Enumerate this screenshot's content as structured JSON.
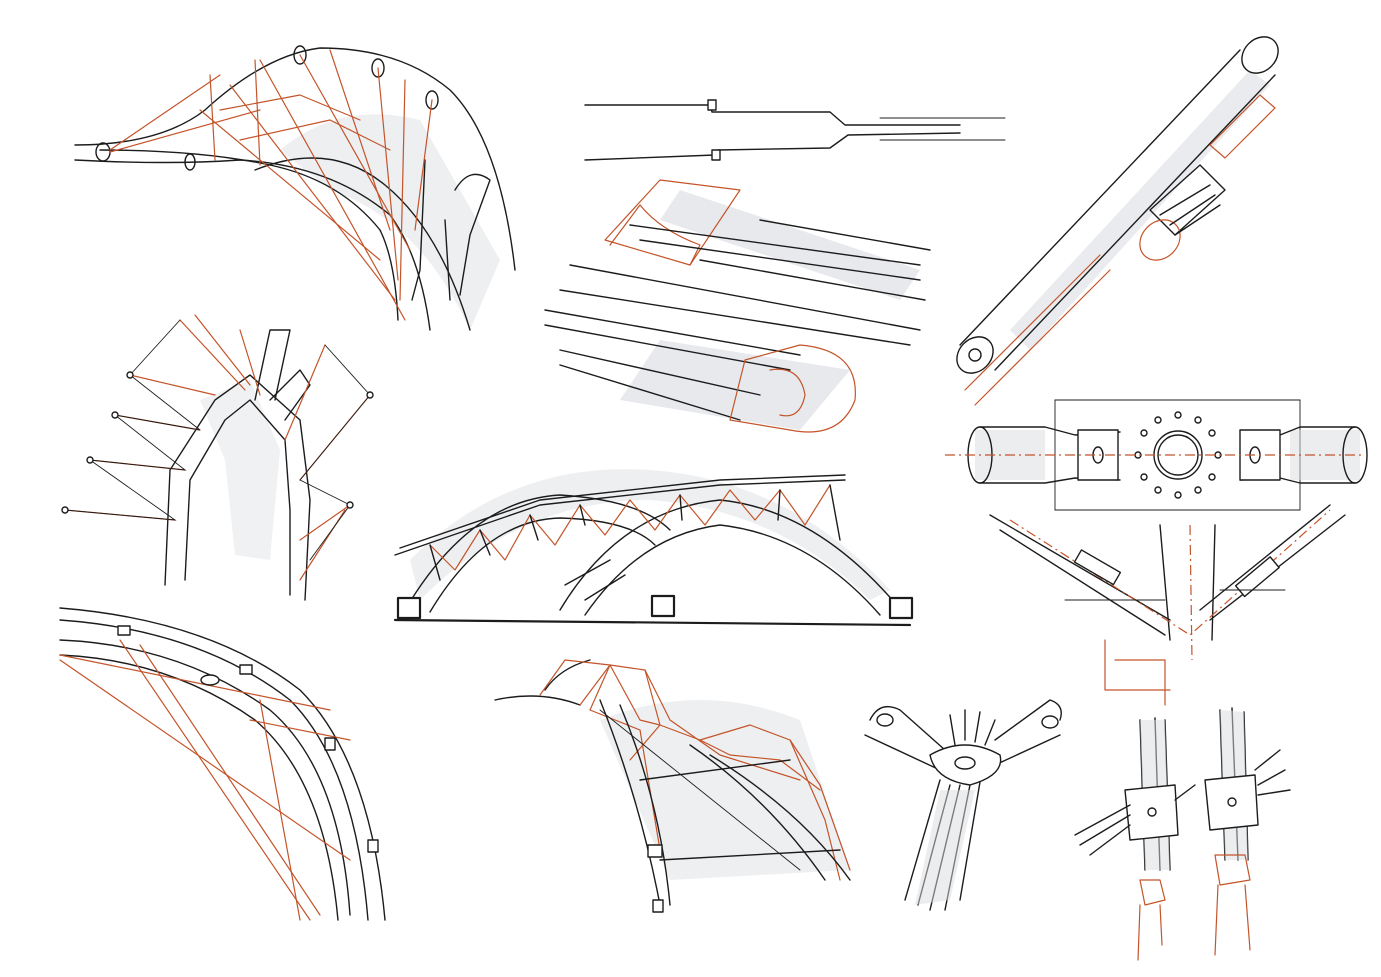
{
  "sheet": {
    "background": "#ffffff",
    "ink_black": "#1c1c1c",
    "ink_orange": "#c4542a",
    "shade": "#d9dbe0"
  },
  "sketches": [
    "curved-arch-truss-sketch",
    "tree-column-sketch",
    "curved-rail-sketch",
    "channel-beam-section-sketch",
    "tube-with-collar-sketch",
    "twin-arch-bridge-sketch",
    "flange-joint-sketch",
    "dome-truss-sketch",
    "star-connector-sketch",
    "node-connectors-pair-sketch"
  ]
}
